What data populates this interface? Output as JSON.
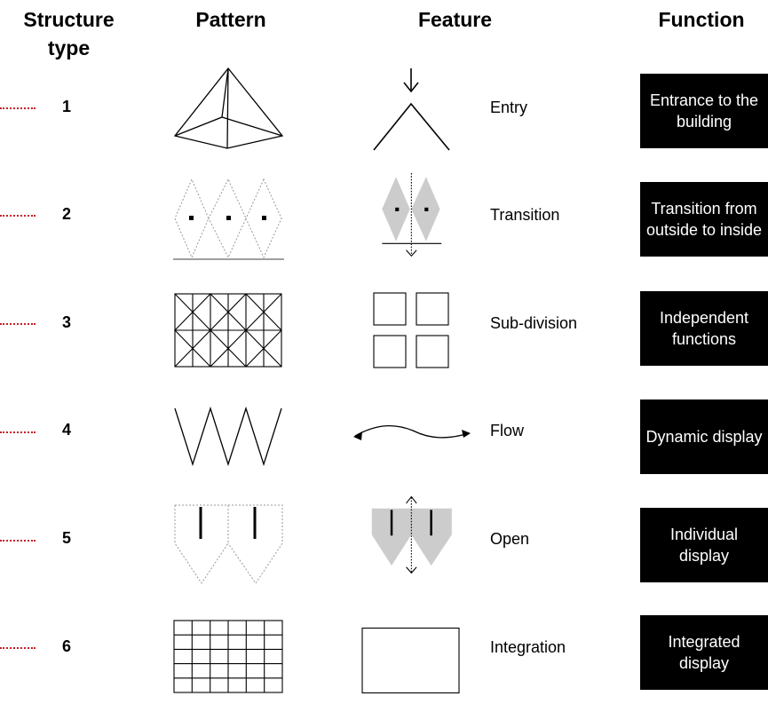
{
  "headers": {
    "structure": "Structure\ntype",
    "pattern": "Pattern",
    "feature": "Feature",
    "function": "Function"
  },
  "rows": [
    {
      "number": "1",
      "feature": "Entry",
      "function": "Entrance to the building"
    },
    {
      "number": "2",
      "feature": "Transition",
      "function": "Transition from outside to inside"
    },
    {
      "number": "3",
      "feature": "Sub-division",
      "function": "Independent functions"
    },
    {
      "number": "4",
      "feature": "Flow",
      "function": "Dynamic display"
    },
    {
      "number": "5",
      "feature": "Open",
      "function": "Individual display"
    },
    {
      "number": "6",
      "feature": "Integration",
      "function": "Integrated display"
    }
  ],
  "colors": {
    "dots": "#c81e28",
    "function_box": "#000000",
    "shade": "#cccccc"
  }
}
